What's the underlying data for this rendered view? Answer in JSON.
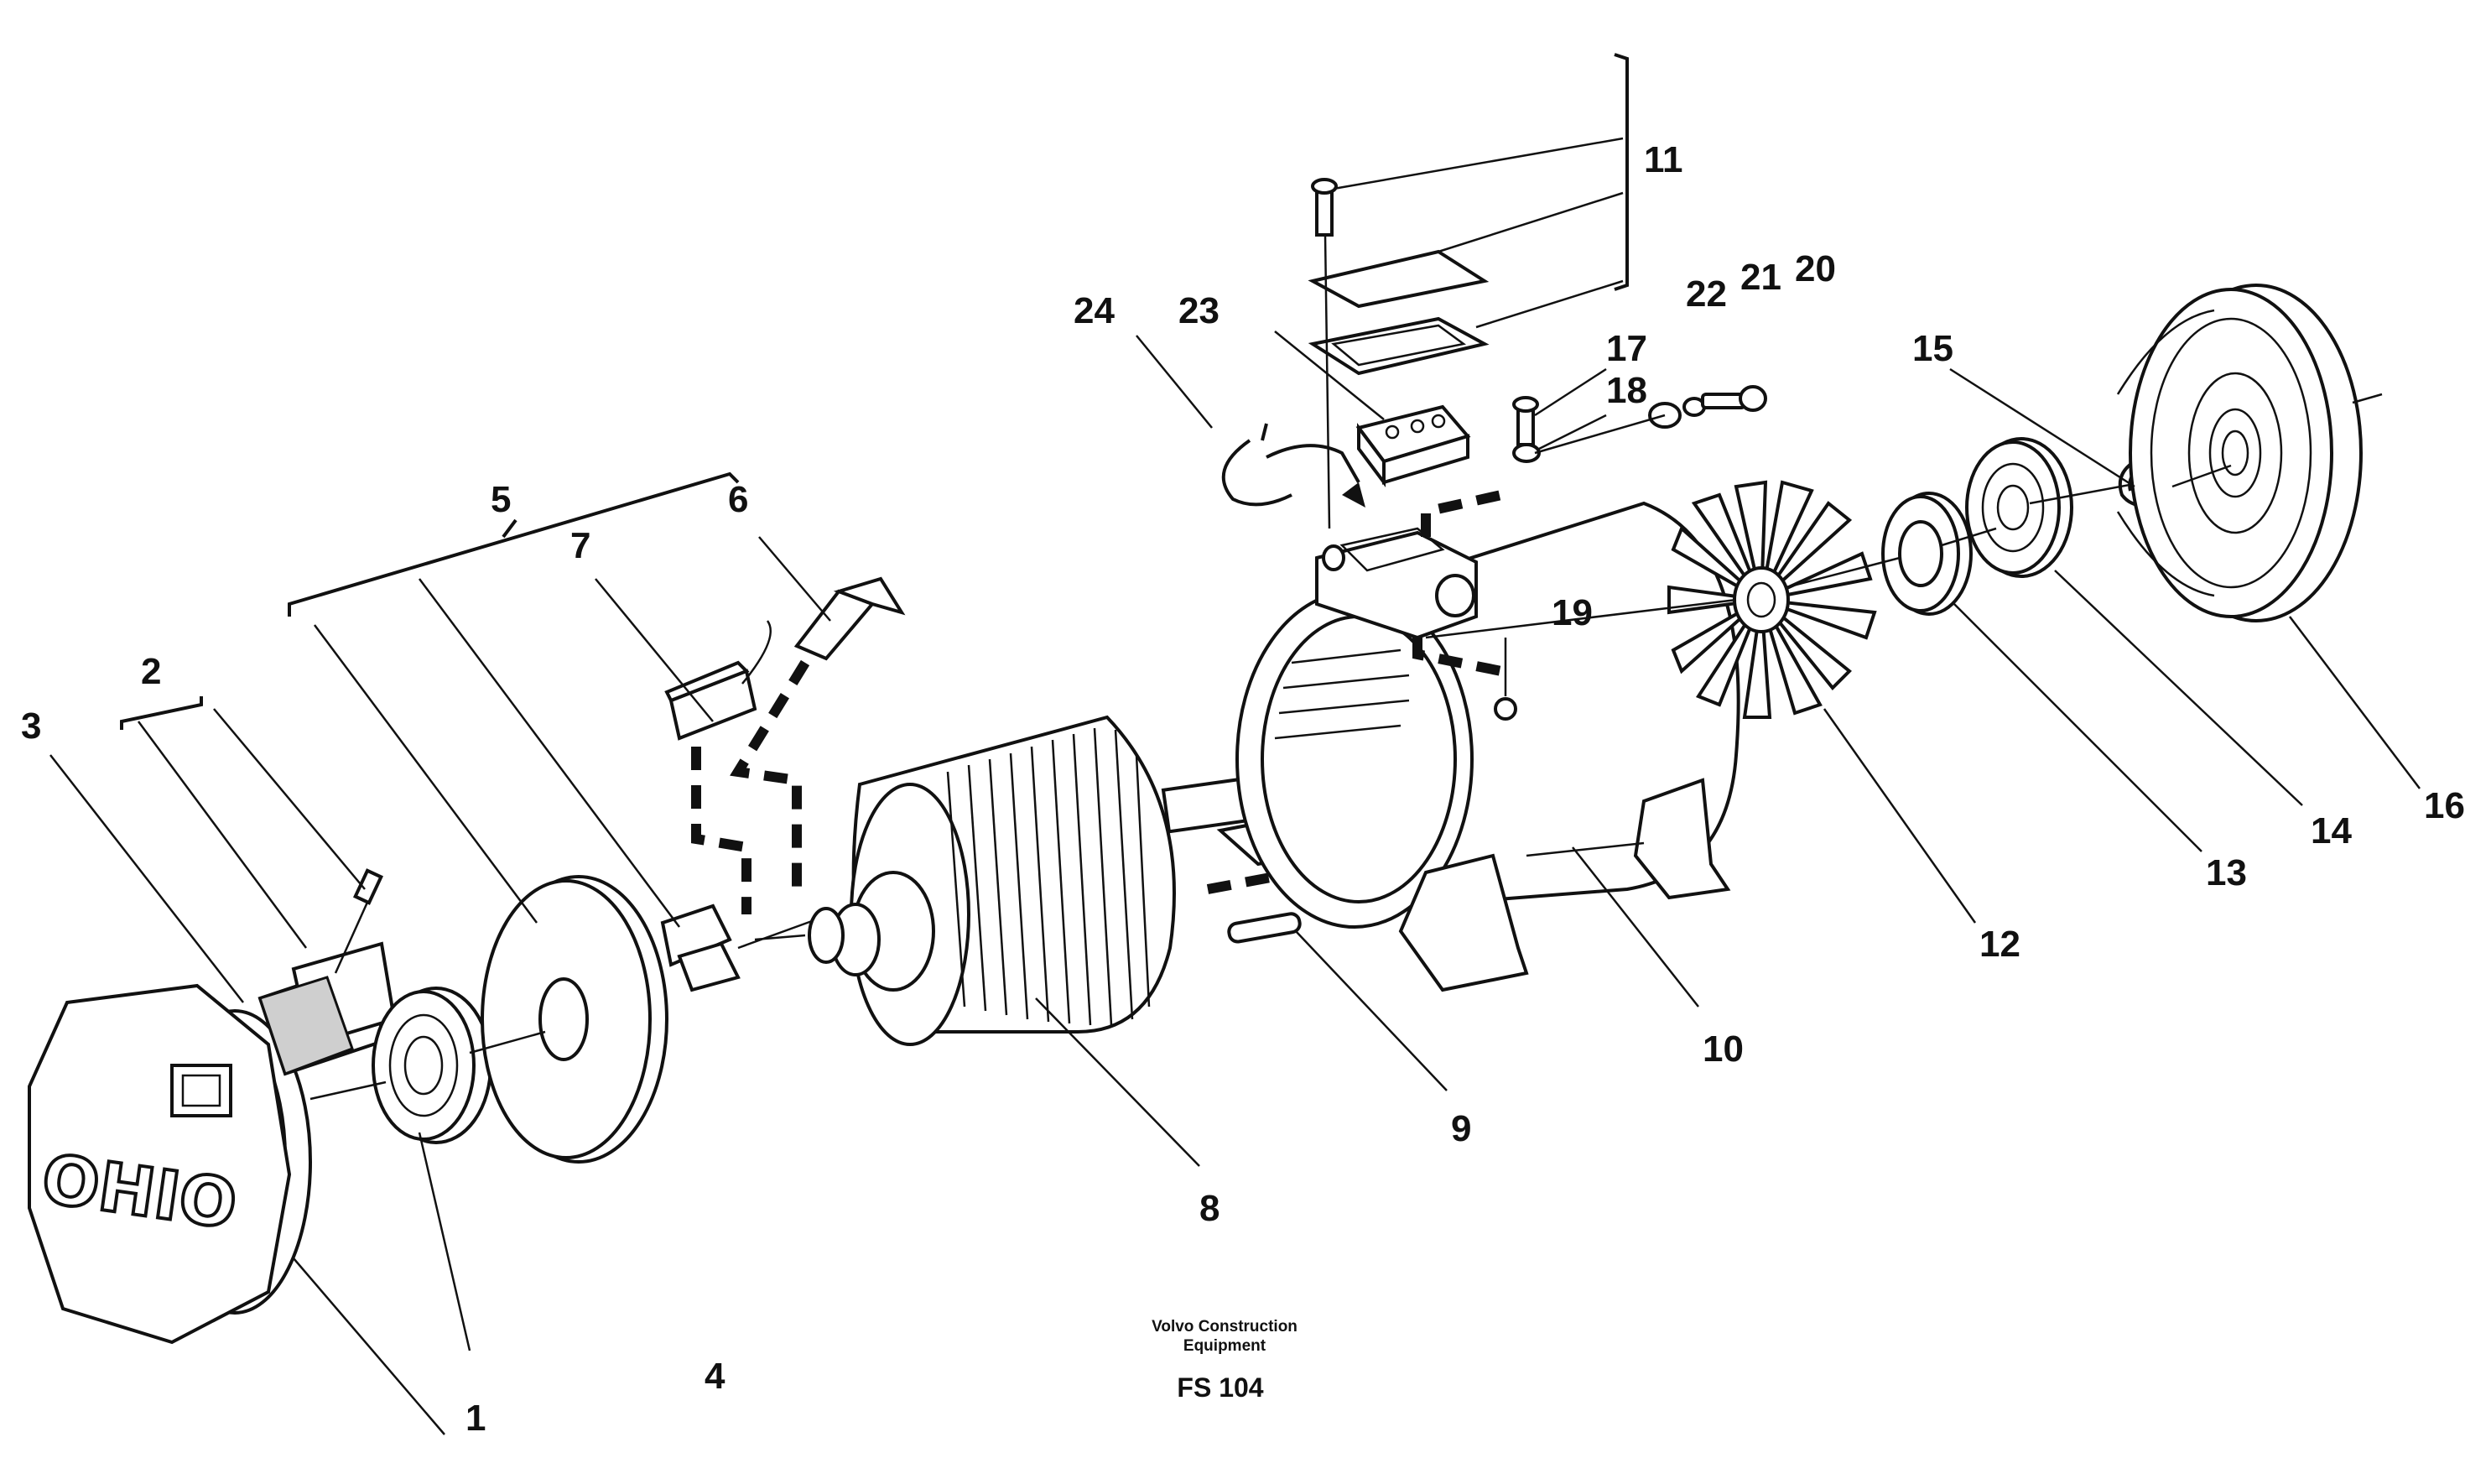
{
  "callouts": {
    "c1": "1",
    "c2": "2",
    "c3": "3",
    "c4": "4",
    "c5": "5",
    "c6": "6",
    "c7": "7",
    "c8": "8",
    "c9": "9",
    "c10": "10",
    "c11": "11",
    "c12": "12",
    "c13": "13",
    "c14": "14",
    "c15": "15",
    "c16": "16",
    "c17": "17",
    "c18": "18",
    "c19": "19",
    "c20": "20",
    "c21": "21",
    "c22": "22",
    "c23": "23",
    "c24": "24"
  },
  "end_cover_logo": "OHIO",
  "footer": {
    "company_line1": "Volvo Construction",
    "company_line2": "Equipment",
    "code": "FS 104"
  }
}
